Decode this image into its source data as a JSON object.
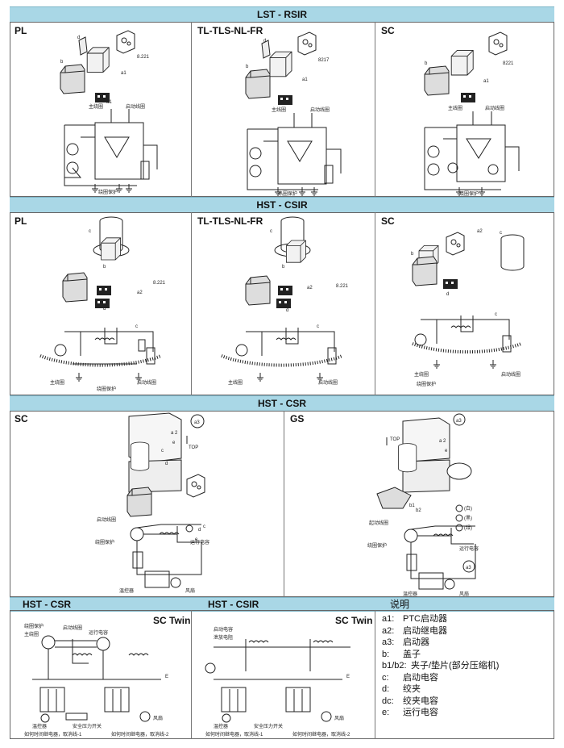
{
  "sections": {
    "lst_rsir": {
      "title": "LST - RSIR",
      "panels": [
        "PL",
        "TL-TLS-NL-FR",
        "SC"
      ]
    },
    "hst_csir": {
      "title": "HST - CSIR",
      "panels": [
        "PL",
        "TL-TLS-NL-FR",
        "SC"
      ]
    },
    "hst_csr": {
      "title": "HST - CSR",
      "panels": [
        "SC",
        "GS"
      ]
    },
    "bottom": {
      "left_title": "HST - CSR",
      "left_model": "SC Twin",
      "mid_title": "HST - CSIR",
      "mid_model": "SC Twin",
      "legend_title": "说明"
    }
  },
  "diagram_labels": {
    "main_winding": "主绕圈",
    "start_winding": "启动线圈",
    "start_winding2": "起动线圈",
    "winding_protect": "绕圈保护",
    "thermal_protect": "热圈保护",
    "main_coil": "主线圈",
    "start_coil": "启动线圈",
    "coil_protect": "绕组保护",
    "start_cap": "启动电容",
    "run_cap": "运行电容",
    "fan": "风扇",
    "thermostat": "温控器",
    "overload_note_1": "如何时间继电器，取消线-1",
    "overload_note_2": "如何时间继电器，取消线-2",
    "safety": "安全压力开关",
    "bleed_resistor": "泄放电阻",
    "code_3": "3",
    "code_e": "E",
    "code_top": "TOP"
  },
  "callouts": [
    "a1",
    "a2",
    "a3",
    "b",
    "b1",
    "b2",
    "c",
    "d",
    "dc",
    "e"
  ],
  "legend": [
    {
      "key": "a1:",
      "text": "PTC启动器"
    },
    {
      "key": "a2:",
      "text": "启动继电器"
    },
    {
      "key": "a3:",
      "text": "启动器"
    },
    {
      "key": "b:",
      "text": "盖子"
    },
    {
      "key": "b1/b2:",
      "text": "夹子/垫片(部分压缩机)"
    },
    {
      "key": "c:",
      "text": "启动电容"
    },
    {
      "key": "d:",
      "text": "绞夹"
    },
    {
      "key": "dc:",
      "text": "绞夹电容"
    },
    {
      "key": "e:",
      "text": "运行电容"
    }
  ]
}
